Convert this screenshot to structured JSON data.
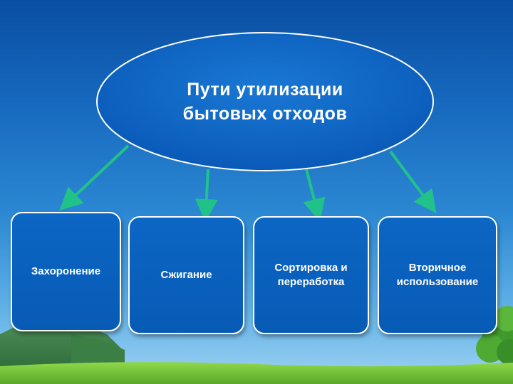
{
  "title": {
    "line1": "Пути утилизации",
    "line2": "бытовых отходов"
  },
  "boxes": [
    {
      "label": "Захоронение"
    },
    {
      "label": "Сжигание"
    },
    {
      "label": "Сортировка и переработка"
    },
    {
      "label": "Вторичное использование"
    }
  ],
  "colors": {
    "sky_top": "#0a4fa3",
    "box_fill": "#0a62bf",
    "arrow": "#20c28a",
    "grass": "#7dcb3a"
  }
}
